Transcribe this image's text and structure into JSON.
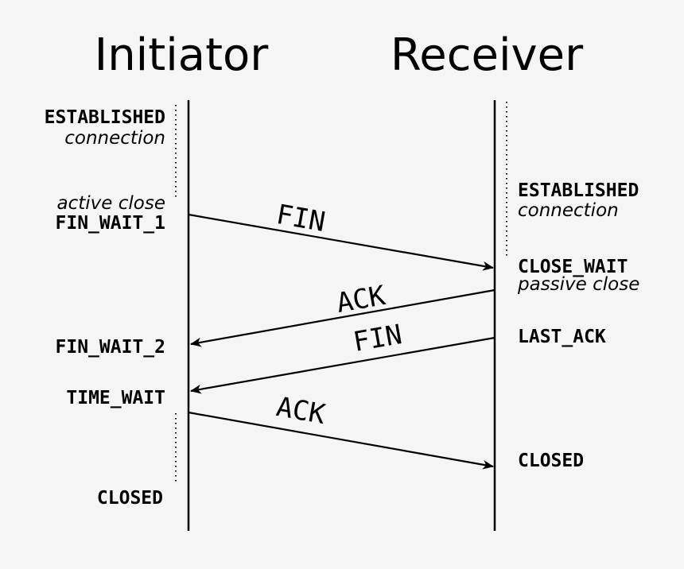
{
  "participants": {
    "initiator": "Initiator",
    "receiver": "Receiver"
  },
  "initiator_states": {
    "established": "ESTABLISHED",
    "established_note": "connection",
    "active_close": "active close",
    "fin_wait_1": "FIN_WAIT_1",
    "fin_wait_2": "FIN_WAIT_2",
    "time_wait": "TIME_WAIT",
    "closed": "CLOSED"
  },
  "receiver_states": {
    "established": "ESTABLISHED",
    "established_note": "connection",
    "close_wait": "CLOSE_WAIT",
    "passive_close": "passive close",
    "last_ack": "LAST_ACK",
    "closed": "CLOSED"
  },
  "messages": [
    {
      "label": "FIN",
      "from": "Initiator",
      "to": "Receiver"
    },
    {
      "label": "ACK",
      "from": "Receiver",
      "to": "Initiator"
    },
    {
      "label": "FIN",
      "from": "Receiver",
      "to": "Initiator"
    },
    {
      "label": "ACK",
      "from": "Initiator",
      "to": "Receiver"
    }
  ]
}
